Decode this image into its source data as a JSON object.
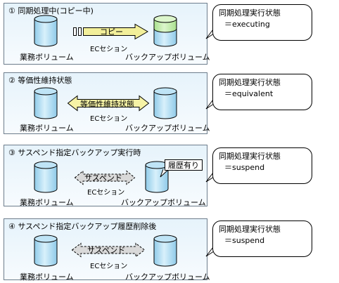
{
  "labels": {
    "business_volume": "業務ボリューム",
    "backup_volume": "バックアップボリューム",
    "ec_session": "ECセション"
  },
  "panels": [
    {
      "title": "① 同期処理中(コピー中)",
      "arrow_label": "コピー",
      "status_title": "同期処理実行状態",
      "status_value": "＝executing"
    },
    {
      "title": "② 等価性維持状態",
      "arrow_label": "等価性維持状態",
      "status_title": "同期処理実行状態",
      "status_value": "＝equivalent"
    },
    {
      "title": "③ サスペンド指定バックアップ実行時",
      "arrow_label": "サスペンド",
      "status_title": "同期処理実行状態",
      "status_value": "＝suspend",
      "note": "履歴有り"
    },
    {
      "title": "④ サスペンド指定バックアップ履歴削除後",
      "arrow_label": "サスペンド",
      "status_title": "同期処理実行状態",
      "status_value": "＝suspend"
    }
  ],
  "colors": {
    "panel_border": "#6d7d8c",
    "cylinder_body": "#bfe4f6",
    "cylinder_top": "#9fd4ef",
    "copy_arrow": "#f2ef9a",
    "equivalent_arrow": "#f6f3a6",
    "suspend_arrow": "#d9d9d9",
    "copy_progress": "#c5f0b0"
  }
}
